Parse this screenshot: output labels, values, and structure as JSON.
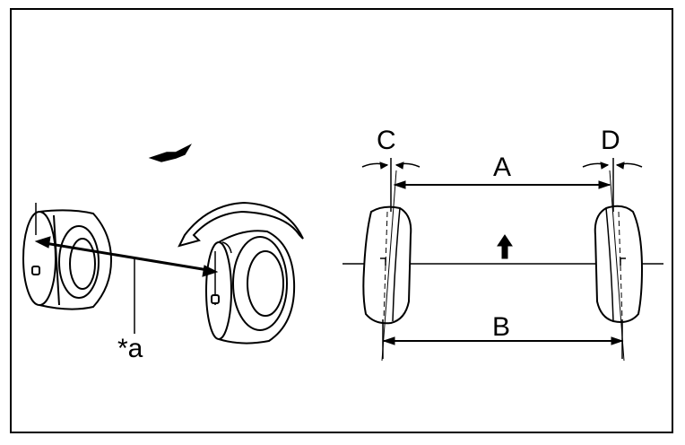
{
  "figure": {
    "callout_a": "*a",
    "label_a": "A",
    "label_b": "B",
    "label_c": "C",
    "label_d": "D"
  },
  "icons": {
    "rotation_arrow": "curved-arrow-icon",
    "forward_arrow": "arrow-up-icon",
    "measurement_point": "marker-icon"
  },
  "colors": {
    "line": "#000000",
    "background": "#ffffff"
  }
}
